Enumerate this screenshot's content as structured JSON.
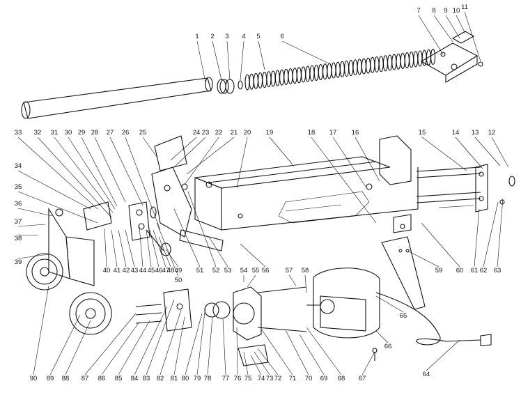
{
  "diagram": {
    "callouts": [
      "1",
      "2",
      "3",
      "4",
      "5",
      "6",
      "7",
      "8",
      "9",
      "10",
      "11",
      "12",
      "13",
      "14",
      "15",
      "16",
      "17",
      "18",
      "19",
      "20",
      "21",
      "22",
      "23",
      "24",
      "25",
      "26",
      "27",
      "28",
      "29",
      "30",
      "31",
      "32",
      "33",
      "34",
      "35",
      "36",
      "37",
      "38",
      "39",
      "40",
      "41",
      "42",
      "43",
      "44",
      "45",
      "46",
      "47",
      "48",
      "49",
      "50",
      "51",
      "52",
      "53",
      "54",
      "55",
      "56",
      "57",
      "58",
      "59",
      "60",
      "61",
      "62",
      "63",
      "64",
      "65",
      "66",
      "67",
      "68",
      "69",
      "70",
      "71",
      "72",
      "73",
      "74",
      "75",
      "76",
      "77",
      "78",
      "79",
      "80",
      "81",
      "82",
      "83",
      "84",
      "85",
      "86",
      "87",
      "88",
      "89",
      "90"
    ]
  }
}
